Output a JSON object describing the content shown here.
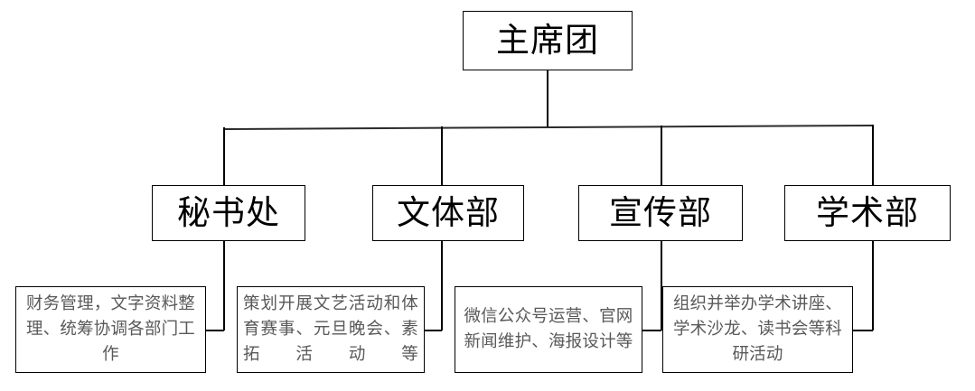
{
  "diagram": {
    "type": "org-chart",
    "title_text": "主席团",
    "root": {
      "label": "主席团"
    },
    "departments": [
      {
        "label": "秘书处"
      },
      {
        "label": "文体部"
      },
      {
        "label": "宣传部"
      },
      {
        "label": "学术部"
      }
    ],
    "descriptions": [
      {
        "text": "财务管理，文字资料整理、统筹协调各部门工作"
      },
      {
        "text": "策划开展文艺活动和体育赛事、元旦晚会、素拓活动等"
      },
      {
        "text": "微信公众号运营、官网新闻维护、海报设计等"
      },
      {
        "text": "组织并举办学术讲座、学术沙龙、读书会等科研活动"
      }
    ],
    "colors": {
      "background": "#ffffff",
      "box_border": "#000000",
      "node_text": "#000000",
      "description_text": "#595959",
      "connector_line": "#000000"
    }
  }
}
